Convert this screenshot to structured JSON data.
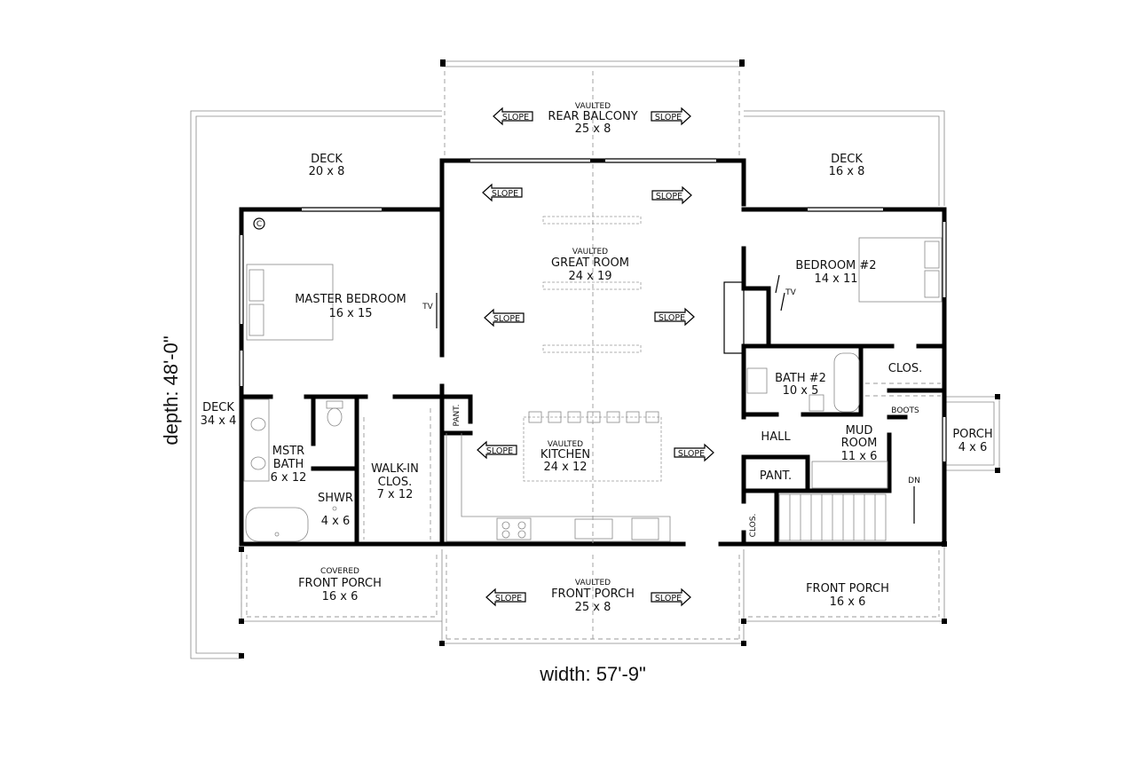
{
  "rooms": {
    "rear_balcony": {
      "tag": "VAULTED",
      "name": "REAR BALCONY",
      "size": "25 x 8"
    },
    "deck_left": {
      "name": "DECK",
      "size": "20 x 8"
    },
    "deck_right": {
      "name": "DECK",
      "size": "16 x 8"
    },
    "great_room": {
      "tag": "VAULTED",
      "name": "GREAT ROOM",
      "size": "24 x 19"
    },
    "master_bedroom": {
      "name": "MASTER BEDROOM",
      "size": "16 x 15"
    },
    "bedroom2": {
      "name": "BEDROOM #2",
      "size": "14 x 11"
    },
    "deck_side": {
      "name": "DECK",
      "size": "34 x 4"
    },
    "mstr_bath": {
      "name1": "MSTR",
      "name2": "BATH",
      "size": "6 x 12"
    },
    "shower": {
      "name": "SHWR",
      "size": "4 x 6"
    },
    "walkin": {
      "name1": "WALK-IN",
      "name2": "CLOS.",
      "size": "7 x 12"
    },
    "kitchen": {
      "tag": "VAULTED",
      "name": "KITCHEN",
      "size": "24 x 12"
    },
    "bath2": {
      "name": "BATH #2",
      "size": "10 x 5"
    },
    "mud_room": {
      "name1": "MUD",
      "name2": "ROOM",
      "size": "11 x 6"
    },
    "porch_side": {
      "name": "PORCH",
      "size": "4 x 6"
    },
    "covered_porch": {
      "tag": "COVERED",
      "name": "FRONT PORCH",
      "size": "16 x 6"
    },
    "vaulted_porch": {
      "tag": "VAULTED",
      "name": "FRONT PORCH",
      "size": "25 x 8"
    },
    "front_porch_right": {
      "name": "FRONT PORCH",
      "size": "16 x 6"
    }
  },
  "labels": {
    "slope": "SLOPE",
    "tv": "TV",
    "clos": "CLOS.",
    "boots": "BOOTS",
    "hall": "HALL",
    "pant": "PANT.",
    "dn": "DN",
    "c_mark": "C"
  },
  "dimensions": {
    "width": "width: 57'-9\"",
    "depth": "depth: 48'-0\""
  }
}
